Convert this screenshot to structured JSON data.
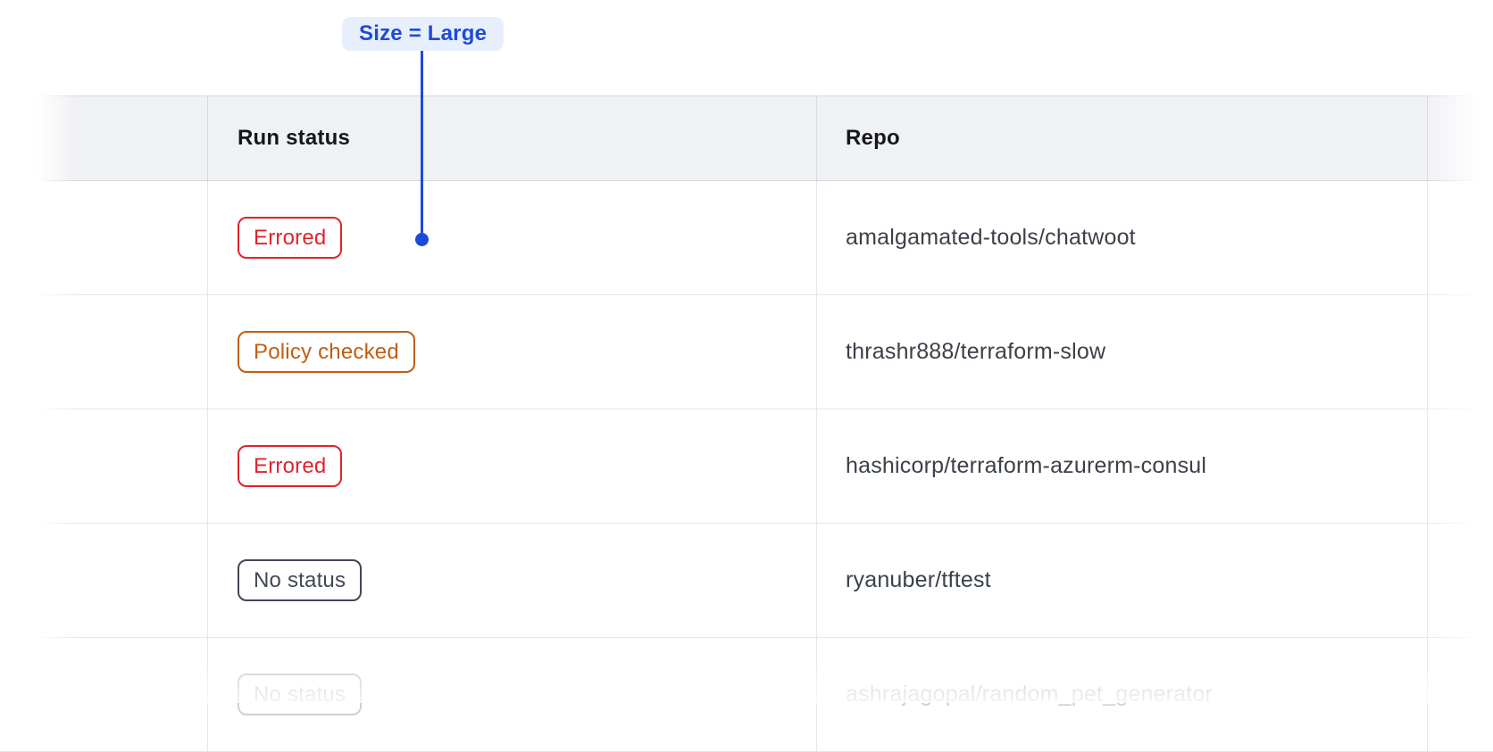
{
  "annotation": {
    "label": "Size = Large",
    "text_color": "#1d4bd8",
    "bg_color": "#e8effc",
    "line_color": "#1d4bd8"
  },
  "table": {
    "columns": [
      {
        "label": ""
      },
      {
        "label": "Run status"
      },
      {
        "label": "Repo"
      },
      {
        "label": ""
      }
    ],
    "rows": [
      {
        "status": {
          "label": "Errored",
          "variant": "errored"
        },
        "repo": "amalgamated-tools/chatwoot",
        "faded": false
      },
      {
        "status": {
          "label": "Policy checked",
          "variant": "policy-checked"
        },
        "repo": "thrashr888/terraform-slow",
        "faded": false
      },
      {
        "status": {
          "label": "Errored",
          "variant": "errored"
        },
        "repo": "hashicorp/terraform-azurerm-consul",
        "faded": false
      },
      {
        "status": {
          "label": "No status",
          "variant": "no-status"
        },
        "repo": "ryanuber/tftest",
        "faded": false
      },
      {
        "status": {
          "label": "No status",
          "variant": "no-status"
        },
        "repo": "ashrajagopal/random_pet_generator",
        "faded": true
      }
    ],
    "status_colors": {
      "errored": "#e0232d",
      "policy-checked": "#c15e12",
      "no-status": "#424854"
    },
    "header_bg": "#f0f1f4",
    "row_bg": "#ffffff",
    "header_text_color": "#15171c",
    "repo_text_color": "#3b4149"
  }
}
